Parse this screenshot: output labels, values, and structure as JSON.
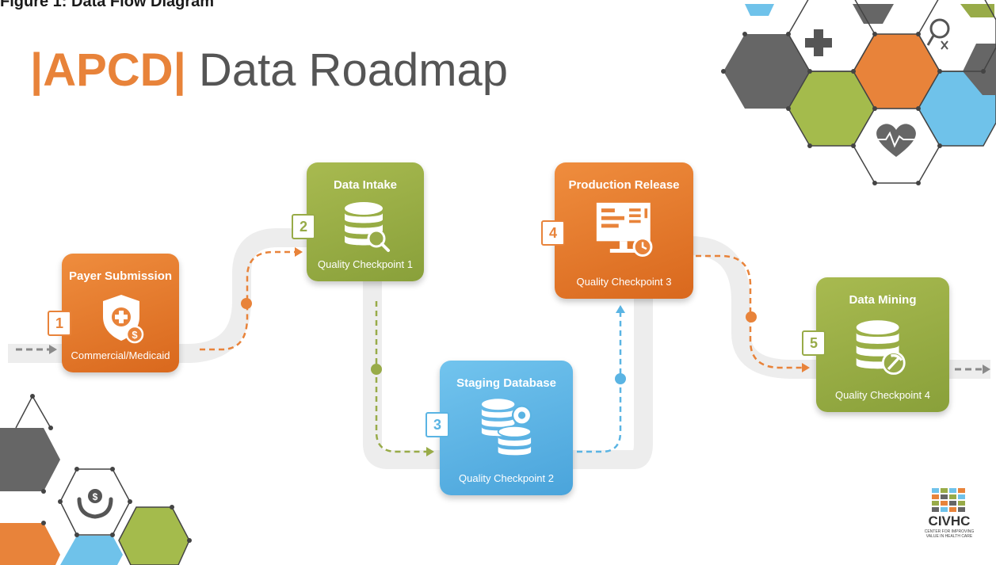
{
  "figure_caption": "Figure 1: Data Flow Diagram",
  "title": {
    "brand": "|APCD|",
    "rest": " Data Roadmap"
  },
  "colors": {
    "orange": "#e8833a",
    "green": "#98ab48",
    "blue": "#5ab4e3",
    "gray": "#666666"
  },
  "steps": [
    {
      "number": "1",
      "title": "Payer Submission",
      "subtitle": "Commercial/Medicaid",
      "color": "orange",
      "icon": "shield-medical-dollar-icon"
    },
    {
      "number": "2",
      "title": "Data Intake",
      "subtitle": "Quality Checkpoint 1",
      "color": "green",
      "icon": "database-search-icon"
    },
    {
      "number": "3",
      "title": "Staging Database",
      "subtitle": "Quality Checkpoint 2",
      "color": "blue",
      "icon": "database-gear-icon"
    },
    {
      "number": "4",
      "title": "Production Release",
      "subtitle": "Quality Checkpoint 3",
      "color": "orange",
      "icon": "monitor-clock-icon"
    },
    {
      "number": "5",
      "title": "Data Mining",
      "subtitle": "Quality Checkpoint 4",
      "color": "green",
      "icon": "database-pickaxe-icon"
    }
  ],
  "decor_icons": [
    "plus-icon",
    "magnifier-dna-icon",
    "heart-pulse-icon",
    "hands-dollar-icon"
  ],
  "logo": {
    "name": "CIVHC",
    "tagline_1": "CENTER FOR IMPROVING",
    "tagline_2": "VALUE IN HEALTH CARE"
  }
}
